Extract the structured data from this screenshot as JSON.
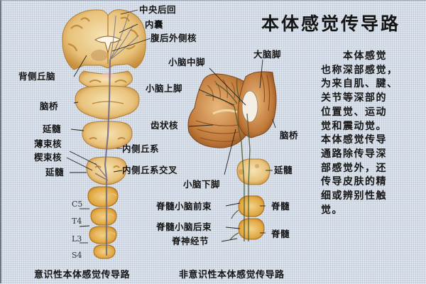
{
  "title": "本体感觉传导路",
  "description_lines": [
    "　　本体感觉",
    "也称深部感觉，",
    "为来自肌、腱、",
    "关节等深部的",
    "位置觉、运动",
    "觉和震动觉。",
    "本体感觉传导",
    "通路除传导深",
    "部感觉外，还",
    "传导皮肤的精",
    "细或辨别性触",
    "觉。"
  ],
  "left_diagram": {
    "caption": "意识性本体感觉传导路",
    "labels": {
      "postcentral_gyrus": "中央后回",
      "internal_capsule": "内囊",
      "vpl_nucleus": "腹后外侧核",
      "dorsal_thalamus": "背侧丘脑",
      "pons": "脑桥",
      "medulla_upper": "延髓",
      "gracile_nucleus": "薄束核",
      "cuneate_nucleus": "楔束核",
      "medulla_lower": "延髓",
      "medial_lemniscus": "内侧丘系",
      "lemniscal_decussation": "内侧丘系交叉"
    },
    "segments": [
      "C5",
      "T4",
      "L3",
      "S4"
    ]
  },
  "right_diagram": {
    "caption": "非意识性本体感觉传导路",
    "labels": {
      "cerebral_peduncle": "大脑脚",
      "middle_cerebellar_peduncle": "小脑中脚",
      "superior_cerebellar_peduncle": "小脑上脚",
      "dentate_nucleus": "齿状核",
      "pons": "脑桥",
      "medulla": "延髓",
      "inferior_cerebellar_peduncle": "小脑下脚",
      "anterior_spinocerebellar_tract": "脊髓小脑前束",
      "posterior_spinocerebellar_tract": "脊髓小脑后束",
      "spinal_ganglion": "脊神经节",
      "spinal_cord_1": "脊髓",
      "spinal_cord_2": "脊髓"
    }
  },
  "colors": {
    "background": "#d3dbe6",
    "tissue_light": "#f0d9a0",
    "tissue_mid": "#e3b868",
    "tissue_dark": "#b9782c",
    "cerebellum": "#c9874a",
    "pathway": "#6f6a85"
  }
}
